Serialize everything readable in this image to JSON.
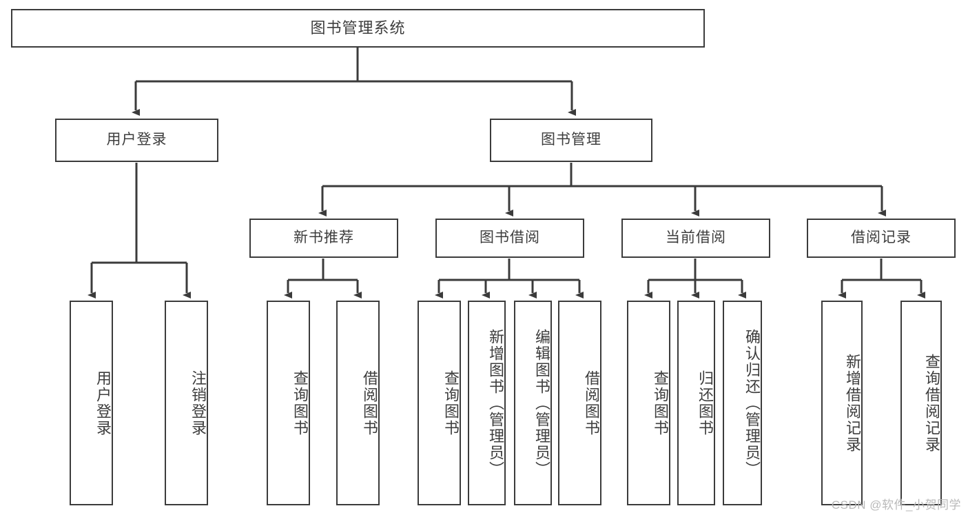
{
  "diagram": {
    "title": "图书管理系统",
    "watermark": "CSDN @软件_小贺同学",
    "stroke_color": "#3b3b3b",
    "text_color": "#3d3d3d",
    "background_color": "#ffffff",
    "root": {
      "label": "图书管理系统"
    },
    "level2": [
      {
        "label": "用户登录"
      },
      {
        "label": "图书管理"
      }
    ],
    "level3": [
      {
        "label": "新书推荐"
      },
      {
        "label": "图书借阅"
      },
      {
        "label": "当前借阅"
      },
      {
        "label": "借阅记录"
      }
    ],
    "leaves": {
      "user_login": [
        {
          "label": "用户登录"
        },
        {
          "label": "注销登录"
        }
      ],
      "new_book": [
        {
          "label": "查询图书"
        },
        {
          "label": "借阅图书"
        }
      ],
      "book_borrow": [
        {
          "label": "查询图书"
        },
        {
          "label": "新增图书（管理员）"
        },
        {
          "label": "编辑图书（管理员）"
        },
        {
          "label": "借阅图书"
        }
      ],
      "current_borrow": [
        {
          "label": "查询图书"
        },
        {
          "label": "归还图书"
        },
        {
          "label": "确认归还（管理员）"
        }
      ],
      "borrow_record": [
        {
          "label": "新增借阅记录"
        },
        {
          "label": "查询借阅记录"
        }
      ]
    }
  }
}
